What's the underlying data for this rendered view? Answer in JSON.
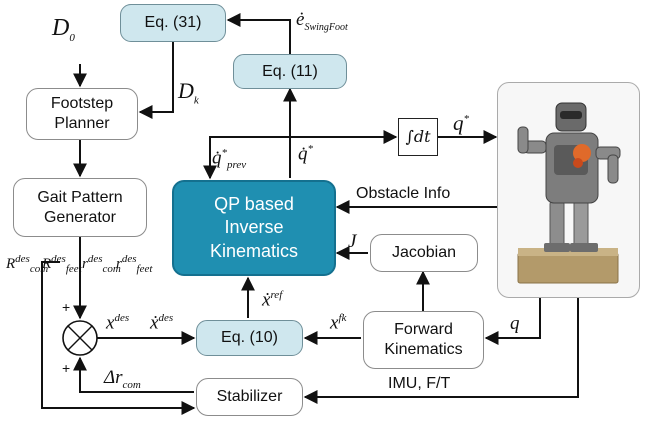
{
  "blocks": {
    "eq31": "Eq. (31)",
    "eq11": "Eq. (11)",
    "footstep_planner": "Footstep Planner",
    "gait_pattern_generator": "Gait Pattern Generator",
    "qp_ik": "QP based Inverse Kinematics",
    "jacobian": "Jacobian",
    "eq10": "Eq. (10)",
    "forward_kinematics": "Forward Kinematics",
    "stabilizer": "Stabilizer",
    "integrator": "∫dt"
  },
  "signals": {
    "d0": "D",
    "d0_sub": "0",
    "dk": "D",
    "dk_sub": "k",
    "e_dot_swingfoot": "ė",
    "e_dot_swingfoot_sub": "SwingFoot",
    "q_dot_star": "q̇",
    "q_dot_star_sup": "*",
    "q_dot_prev": "q̇",
    "q_dot_prev_sup": "*",
    "q_dot_prev_sub": "prev",
    "q_star": "q",
    "q_star_sup": "*",
    "x_dot_ref": "ẋ",
    "x_dot_ref_sup": "ref",
    "j": "J",
    "x_des": "x",
    "x_des_sup": "des",
    "x_dot_des": "ẋ",
    "x_dot_des_sup": "des",
    "x_fk": "x",
    "x_fk_sup": "fk",
    "q": "q",
    "delta_r_com": "Δr",
    "delta_r_com_sub": "com",
    "plus_top": "+",
    "plus_bottom": "+",
    "gait_outputs": [
      "R",
      "R",
      "r",
      "r"
    ],
    "gait_outputs_sup": [
      "des",
      "des",
      "des",
      "des"
    ],
    "gait_outputs_sub": [
      "com",
      "feet",
      "com",
      "feet"
    ],
    "obstacle_info": "Obstacle Info",
    "imu_ft": "IMU, F/T"
  },
  "colors": {
    "eq_fill": "#cfe7ee",
    "qp_fill": "#1f8fb1",
    "line": "#111111"
  },
  "icons": {
    "summing_junction": "circle-with-x",
    "robot_photo": "humanoid-robot-illustration"
  }
}
